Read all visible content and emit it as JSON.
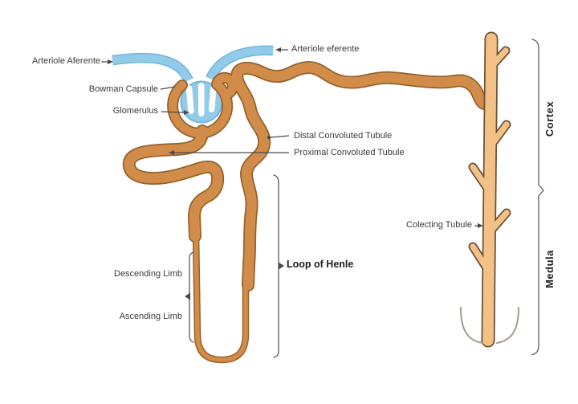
{
  "diagram": {
    "labels": {
      "arteriole_aferente": "Arteriole Aferente",
      "arteriole_eferente": "Arteriole eferente",
      "bowman_capsule": "Bowman Capsule",
      "glomerulus": "Glomerulus",
      "distal_convoluted_tubule": "Distal Convoluted Tubule",
      "proximal_convoluted_tubule": "Proximal Convoluted Tubule",
      "colecting_tubule": "Colecting Tubule",
      "descending_limb": "Descending Limb",
      "ascending_limb": "Ascending Limb",
      "loop_of_henle": "Loop of Henle",
      "cortex": "Cortex",
      "medula": "Medula"
    },
    "colors": {
      "arteriole_blue": "#92cbe9",
      "arteriole_blue_outline": "#74b6db",
      "tubule_orange": "#d28c4a",
      "tubule_outline": "#96622c",
      "collecting_duct_tan": "#f3c185",
      "collecting_duct_outline": "#6a5138",
      "annotation_line": "#4a4a4a",
      "label_text": "#3a3a3a",
      "background": "#ffffff"
    }
  }
}
